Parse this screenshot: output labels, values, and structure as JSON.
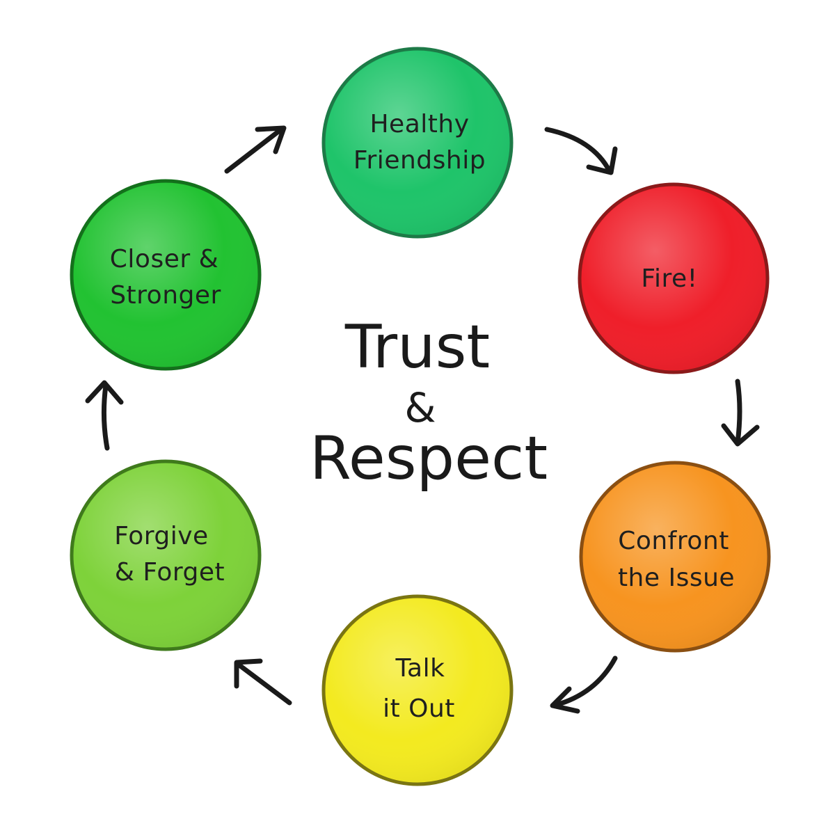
{
  "center": {
    "line1": "Trust",
    "line2": "&",
    "line3": "Respect"
  },
  "nodes": [
    {
      "id": "healthy-friendship",
      "lines": [
        "Healthy",
        "Friendship"
      ],
      "color": "#1fc46a",
      "edge": "#1d7a47"
    },
    {
      "id": "fire",
      "lines": [
        "Fire!"
      ],
      "color": "#ef1f2a",
      "edge": "#8a1a1a"
    },
    {
      "id": "confront-the-issue",
      "lines": [
        "Confront",
        "the Issue"
      ],
      "color": "#f79420",
      "edge": "#8a4f12"
    },
    {
      "id": "talk-it-out",
      "lines": [
        "Talk",
        "it Out"
      ],
      "color": "#f3ea20",
      "edge": "#7a7512"
    },
    {
      "id": "forgive-and-forget",
      "lines": [
        "Forgive",
        "& Forget"
      ],
      "color": "#7ed23a",
      "edge": "#3f7a1c"
    },
    {
      "id": "closer-and-stronger",
      "lines": [
        "Closer &",
        "Stronger"
      ],
      "color": "#22c232",
      "edge": "#14701c"
    }
  ],
  "arrows": [
    {
      "id": "arrow-friendship-to-fire",
      "icon": "arrow-clockwise"
    },
    {
      "id": "arrow-fire-to-confront",
      "icon": "arrow-down"
    },
    {
      "id": "arrow-confront-to-talk",
      "icon": "arrow-down-left"
    },
    {
      "id": "arrow-talk-to-forgive",
      "icon": "arrow-up-left"
    },
    {
      "id": "arrow-forgive-to-closer",
      "icon": "arrow-up"
    },
    {
      "id": "arrow-closer-to-friendship",
      "icon": "arrow-up-right"
    }
  ]
}
